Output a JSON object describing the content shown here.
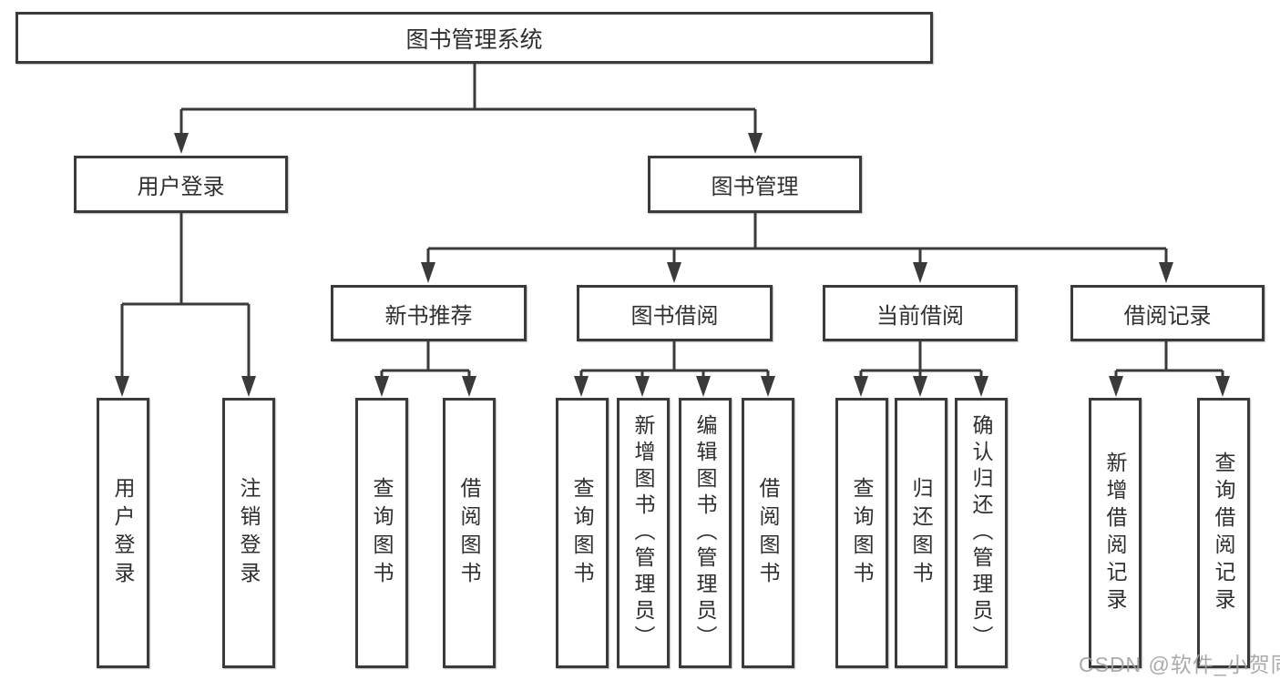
{
  "diagram": {
    "root": {
      "label": "图书管理系统"
    },
    "branches": [
      {
        "label": "用户登录",
        "children": [
          {
            "label": "用户登录"
          },
          {
            "label": "注销登录"
          }
        ]
      },
      {
        "label": "图书管理",
        "children": [
          {
            "label": "新书推荐",
            "children": [
              {
                "label": "查询图书"
              },
              {
                "label": "借阅图书"
              }
            ]
          },
          {
            "label": "图书借阅",
            "children": [
              {
                "label": "查询图书"
              },
              {
                "label": "新增图书（管理员）"
              },
              {
                "label": "编辑图书（管理员）"
              },
              {
                "label": "借阅图书"
              }
            ]
          },
          {
            "label": "当前借阅",
            "children": [
              {
                "label": "查询图书"
              },
              {
                "label": "归还图书"
              },
              {
                "label": "确认归还（管理员）"
              }
            ]
          },
          {
            "label": "借阅记录",
            "children": [
              {
                "label": "新增借阅记录"
              },
              {
                "label": "查询借阅记录"
              }
            ]
          }
        ]
      }
    ],
    "watermark": "CSDN @软件_小贺同学",
    "colors": {
      "line": "#3a3a3a",
      "border": "#3a3a3a",
      "text": "#2f2f2f",
      "watermark": "#a2a2a2",
      "background": "#ffffff"
    }
  }
}
